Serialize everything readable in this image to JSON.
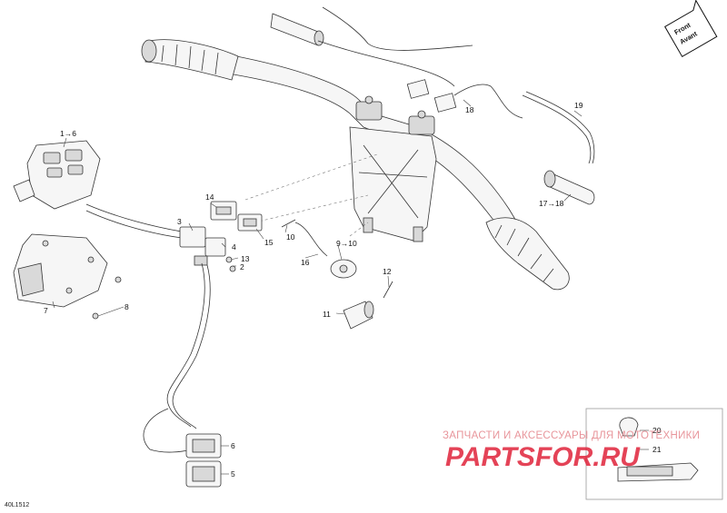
{
  "diagram": {
    "drawing_code": "40L1512",
    "orientation_badge": {
      "line1": "Front",
      "line2": "Avant"
    },
    "callouts": {
      "c1_6": "1→6",
      "c2": "2",
      "c3": "3",
      "c4": "4",
      "c5": "5",
      "c6": "6",
      "c7": "7",
      "c8": "8",
      "c9_10": "9→10",
      "c10": "10",
      "c11": "11",
      "c12": "12",
      "c13": "13",
      "c14": "14",
      "c15": "15",
      "c16": "16",
      "c17_18": "17→18",
      "c18": "18",
      "c19": "19",
      "c20": "20",
      "c21": "21"
    }
  },
  "watermark": {
    "tagline": "ЗАПЧАСТИ И АКСЕССУАРЫ ДЛЯ МОТОТЕХНИКИ",
    "brand": "PARTSFOR.RU"
  }
}
